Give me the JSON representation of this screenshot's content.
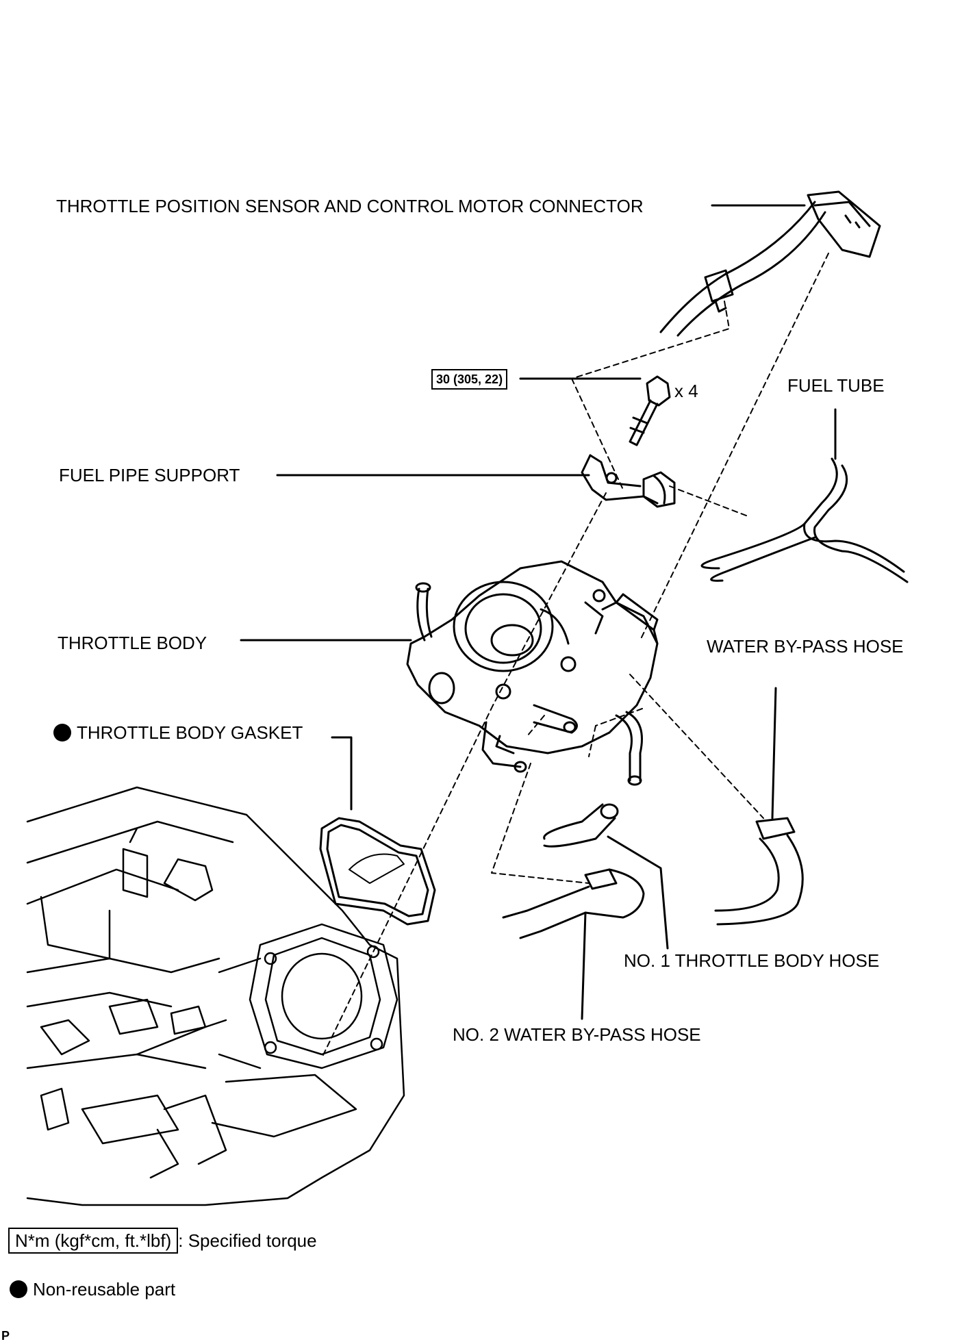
{
  "labels": {
    "connector": "THROTTLE POSITION SENSOR AND CONTROL MOTOR CONNECTOR",
    "fuel_tube": "FUEL TUBE",
    "fuel_pipe_support": "FUEL PIPE SUPPORT",
    "throttle_body": "THROTTLE BODY",
    "water_bypass_hose": "WATER BY-PASS HOSE",
    "throttle_body_gasket": "THROTTLE BODY GASKET",
    "no1_throttle_body_hose": "NO. 1 THROTTLE BODY HOSE",
    "no2_water_bypass_hose": "NO. 2 WATER BY-PASS HOSE"
  },
  "torque": {
    "value": "30 (305, 22)",
    "quantity": "x 4"
  },
  "legend": {
    "torque_unit": "N*m (kgf*cm, ft.*lbf)",
    "torque_desc": ": Specified torque",
    "nonreusable_desc": "Non-reusable part"
  },
  "corner_mark": "P"
}
